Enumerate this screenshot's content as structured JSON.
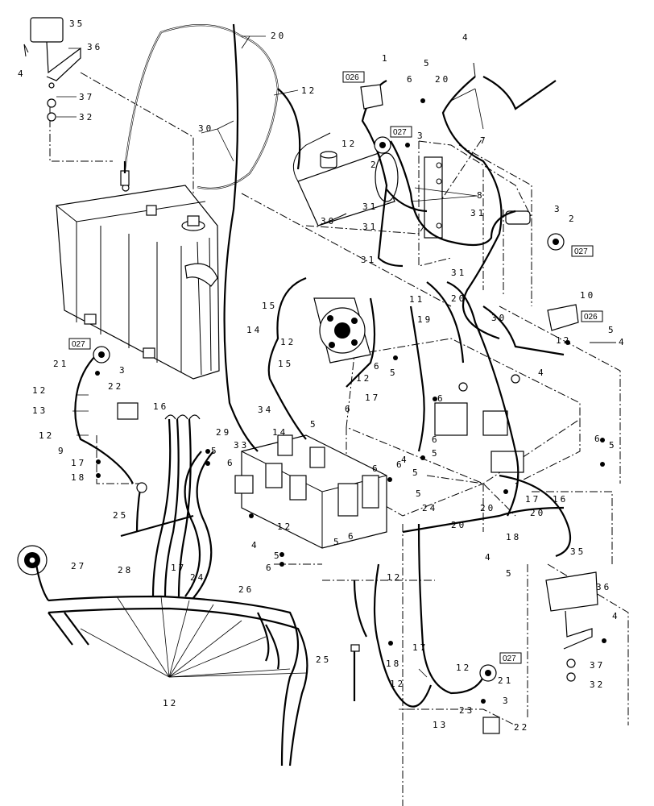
{
  "callouts": {
    "c35a": "35",
    "c36a": "36",
    "c4a": "4",
    "c37a": "37",
    "c32a": "32",
    "c20a": "20",
    "c12a": "12",
    "c30a": "30",
    "c1": "1",
    "c5a": "5",
    "c6a": "6",
    "c4b": "4",
    "c20b": "20",
    "c7": "7",
    "c12b": "12",
    "c2a": "2",
    "c3a": "3",
    "c8": "8",
    "c31a": "31",
    "c30b": "30",
    "c31b": "31",
    "c31c": "31",
    "c3b": "3",
    "c2b": "2",
    "c31d": "31",
    "c20c": "20",
    "c10": "10",
    "c30c": "30",
    "c12c": "12",
    "c5b": "5",
    "c4c": "4",
    "c15a": "15",
    "c14": "14",
    "c12d": "12",
    "c15b": "15",
    "c11": "11",
    "c19": "19",
    "c21a": "21",
    "c3c": "3",
    "c22a": "22",
    "c12e": "12",
    "c13a": "13",
    "c12f": "12",
    "c16a": "16",
    "c9": "9",
    "c17a": "17",
    "c18a": "18",
    "c25a": "25",
    "c29": "29",
    "c5c": "5",
    "c6b": "6",
    "c34": "34",
    "c33": "33",
    "c14b": "14",
    "c5d": "5",
    "c6c": "6",
    "c12g": "12",
    "c17b": "17",
    "c6d": "6",
    "c5e": "5",
    "c6e": "6",
    "c4d": "4",
    "c6f": "6",
    "c5f": "5",
    "c6g": "6",
    "c4e": "4",
    "c6h": "6",
    "c5g": "5",
    "c16b": "16",
    "c20d": "20",
    "c17c": "17",
    "c18b": "18",
    "c24a": "24",
    "c20e": "20",
    "c4f": "4",
    "c5h": "5",
    "c28": "28",
    "c27": "27",
    "c17d": "17",
    "c24b": "24",
    "c26": "26",
    "c4g": "4",
    "c12h": "12",
    "c5i": "5",
    "c6i": "6",
    "c5j": "5",
    "c6j": "6",
    "c12i": "12",
    "c5k": "5",
    "c25b": "25",
    "c18c": "18",
    "c17e": "17",
    "c12j": "12",
    "c21b": "21",
    "c12k": "12",
    "c13b": "13",
    "c23": "23",
    "c3d": "3",
    "c22b": "22",
    "c12l": "12",
    "c35b": "35",
    "c36b": "36",
    "c4h": "4",
    "c37b": "37",
    "c32b": "32",
    "c6k": "6",
    "c5l": "5"
  },
  "references": {
    "ref026a": "026",
    "ref027a": "027",
    "ref027b": "027",
    "ref026b": "026",
    "ref027c": "027",
    "ref027d": "027"
  }
}
